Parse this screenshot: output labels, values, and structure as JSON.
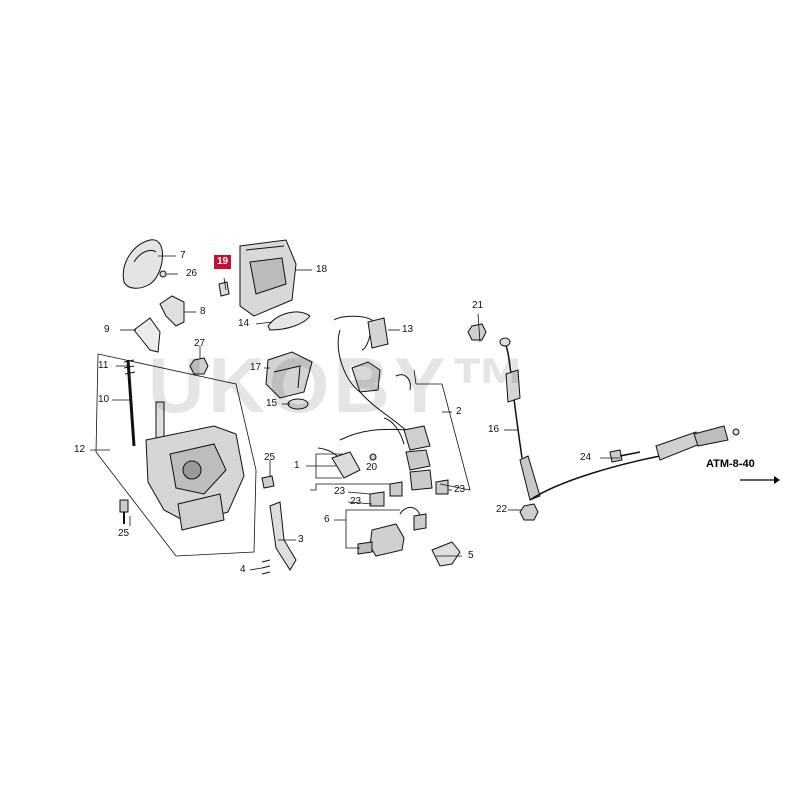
{
  "watermark": "UKOBY™",
  "diagram_ref": "ATM-8-40",
  "highlight_color": "#c8102e",
  "callouts": {
    "c1": "1",
    "c2": "2",
    "c3": "3",
    "c4": "4",
    "c5": "5",
    "c6": "6",
    "c7": "7",
    "c8": "8",
    "c9": "9",
    "c10": "10",
    "c11": "11",
    "c12": "12",
    "c13": "13",
    "c14": "14",
    "c15": "15",
    "c16": "16",
    "c17": "17",
    "c18": "18",
    "c19": "19",
    "c20": "20",
    "c21": "21",
    "c22": "22",
    "c23a": "23",
    "c23b": "23",
    "c23c": "23",
    "c24": "24",
    "c25a": "25",
    "c25b": "25",
    "c26": "26",
    "c27": "27"
  }
}
